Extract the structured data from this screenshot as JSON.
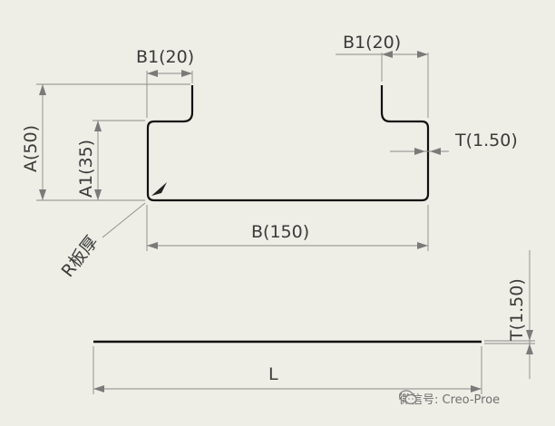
{
  "drawing": {
    "b1_left": "B1(20)",
    "b1_right": "B1(20)",
    "a": "A(50)",
    "a1": "A1(35)",
    "t_right": "T(1.50)",
    "r_label": "R板厚",
    "b": "B(150)",
    "t_flat": "T(1.50)",
    "l": "L"
  },
  "watermark": {
    "text": "微信号: Creo-Proe",
    "icon": "wechat-icon"
  }
}
